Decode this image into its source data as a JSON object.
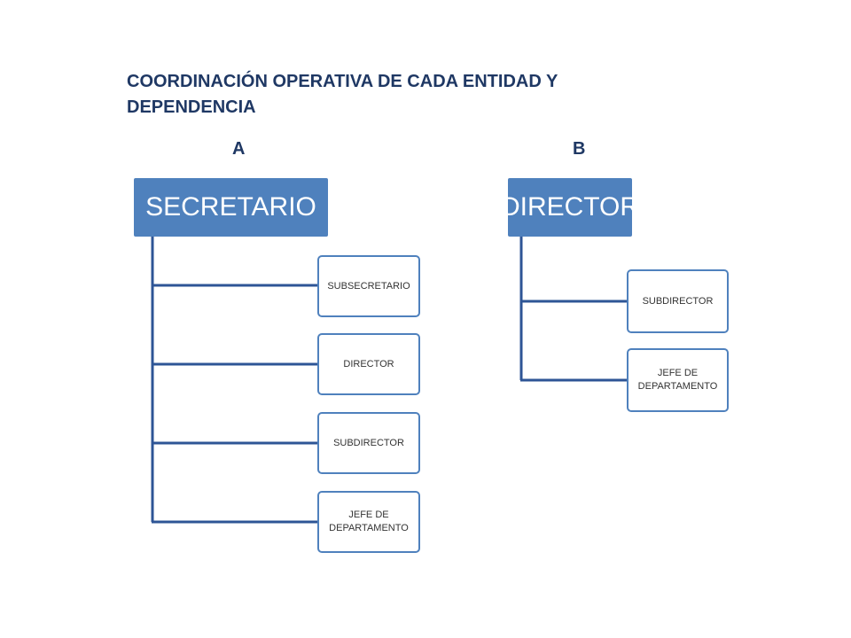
{
  "title": "COORDINACIÓN OPERATIVA DE CADA ENTIDAD Y\nDEPENDENCIA",
  "diagram_a": {
    "label": "A",
    "root": "SECRETARIO",
    "children": [
      "SUBSECRETARIO",
      "DIRECTOR",
      "SUBDIRECTOR",
      "JEFE DE DEPARTAMENTO"
    ]
  },
  "diagram_b": {
    "label": "B",
    "root": "DIRECTOR",
    "children": [
      "SUBDIRECTOR",
      "JEFE DE DEPARTAMENTO"
    ]
  },
  "colors": {
    "title": "#1f3864",
    "root_fill": "#4f81bd",
    "child_border": "#4f81bd",
    "connector": "#2e5596"
  }
}
